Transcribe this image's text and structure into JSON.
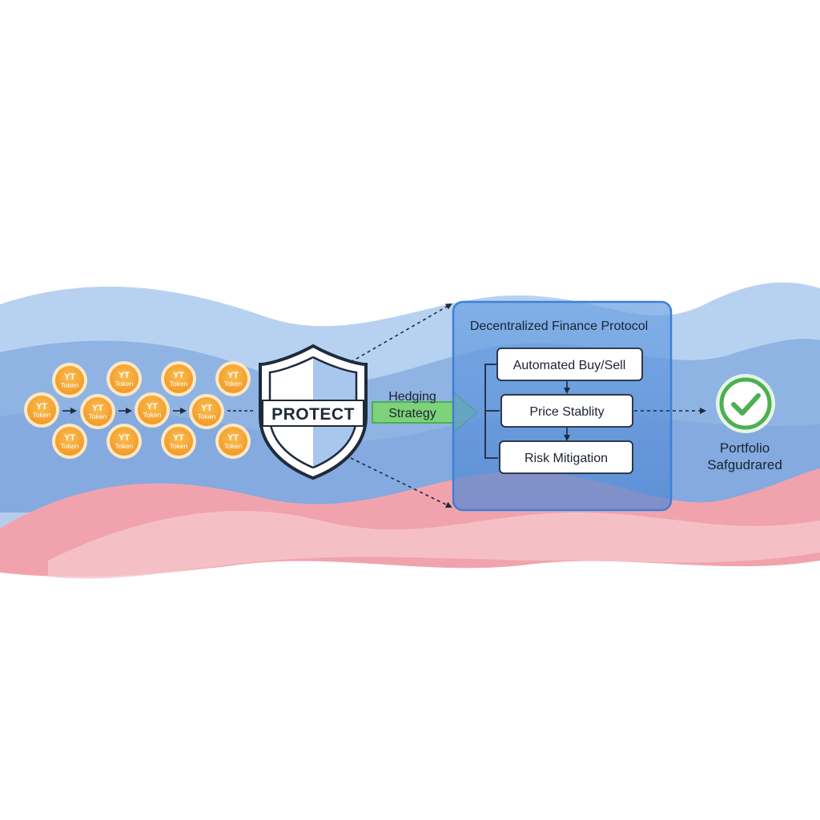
{
  "token": {
    "line1": "YT",
    "line2": "Token"
  },
  "shield": {
    "label": "PROTECT"
  },
  "hedging": {
    "line1": "Hedging",
    "line2": "Strategy"
  },
  "protocol": {
    "title": "Decentralized Finance Protocol",
    "steps": [
      "Automated Buy/Sell",
      "Price Stablity",
      "Risk Mitigation"
    ]
  },
  "outcome": {
    "line1": "Portfolio",
    "line2": "Safgudrared"
  },
  "colors": {
    "token_fill": "#f5a83a",
    "accent_green": "#4caf50",
    "wave_blue": "#8fb4e3",
    "wave_pink": "#f1a3ad",
    "protocol_box": "#5b93d8"
  }
}
